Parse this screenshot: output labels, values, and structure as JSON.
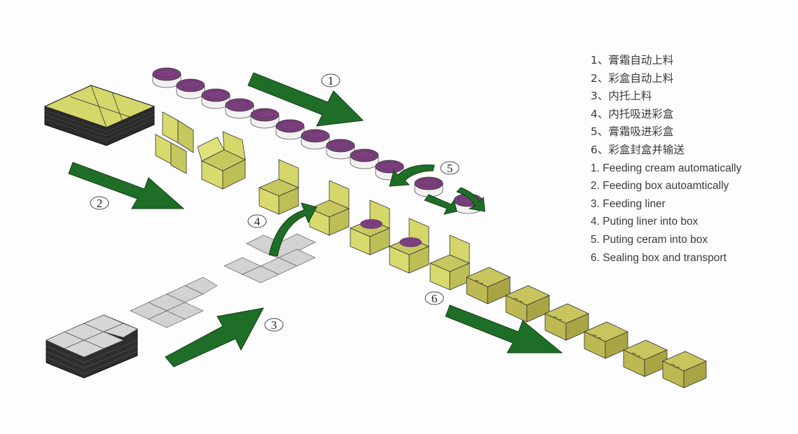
{
  "steps": [
    {
      "number": "1"
    },
    {
      "number": "2"
    },
    {
      "number": "3"
    },
    {
      "number": "4"
    },
    {
      "number": "5"
    },
    {
      "number": "6"
    }
  ],
  "legend": {
    "zh": [
      "1、膏霜自动上料",
      "2、彩盒自动上料",
      "3、内托上料",
      "4、内托吸进彩盒",
      "5、膏霜吸进彩盒",
      "6、彩盒封盒并输送"
    ],
    "en": [
      "1. Feeding cream automatically",
      "2. Feeding box autoamtically",
      "3. Feeding liner",
      "4. Puting liner into box",
      "5. Puting ceram into box",
      "6. Sealing box and transport"
    ]
  },
  "colors": {
    "arrow": "#1f6e27",
    "box": "#d6d76a",
    "jar_lid": "#7a3f7c",
    "jar_body": "#f2f2f2",
    "liner": "#d2d2d2",
    "sealed_box": "#b9b552"
  }
}
